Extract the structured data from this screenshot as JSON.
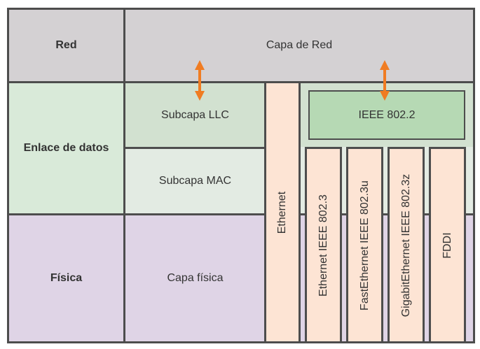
{
  "layers": {
    "red": "Red",
    "enlace": "Enlace de datos",
    "fisica": "Física"
  },
  "sublayers": {
    "capa_red": "Capa de Red",
    "llc": "Subcapa LLC",
    "mac": "Subcapa MAC",
    "capa_fisica": "Capa física"
  },
  "standards": {
    "ethernet": "Ethernet",
    "ieee_802_2": "IEEE 802.2",
    "columns": [
      "Ethernet IEEE 802.3",
      "FastEthernet IEEE 802.3u",
      "GigabitEthernet IEEE 802.3z",
      "FDDI"
    ]
  },
  "colors": {
    "arrow": "#f07c22",
    "border": "#4d4d4d"
  }
}
